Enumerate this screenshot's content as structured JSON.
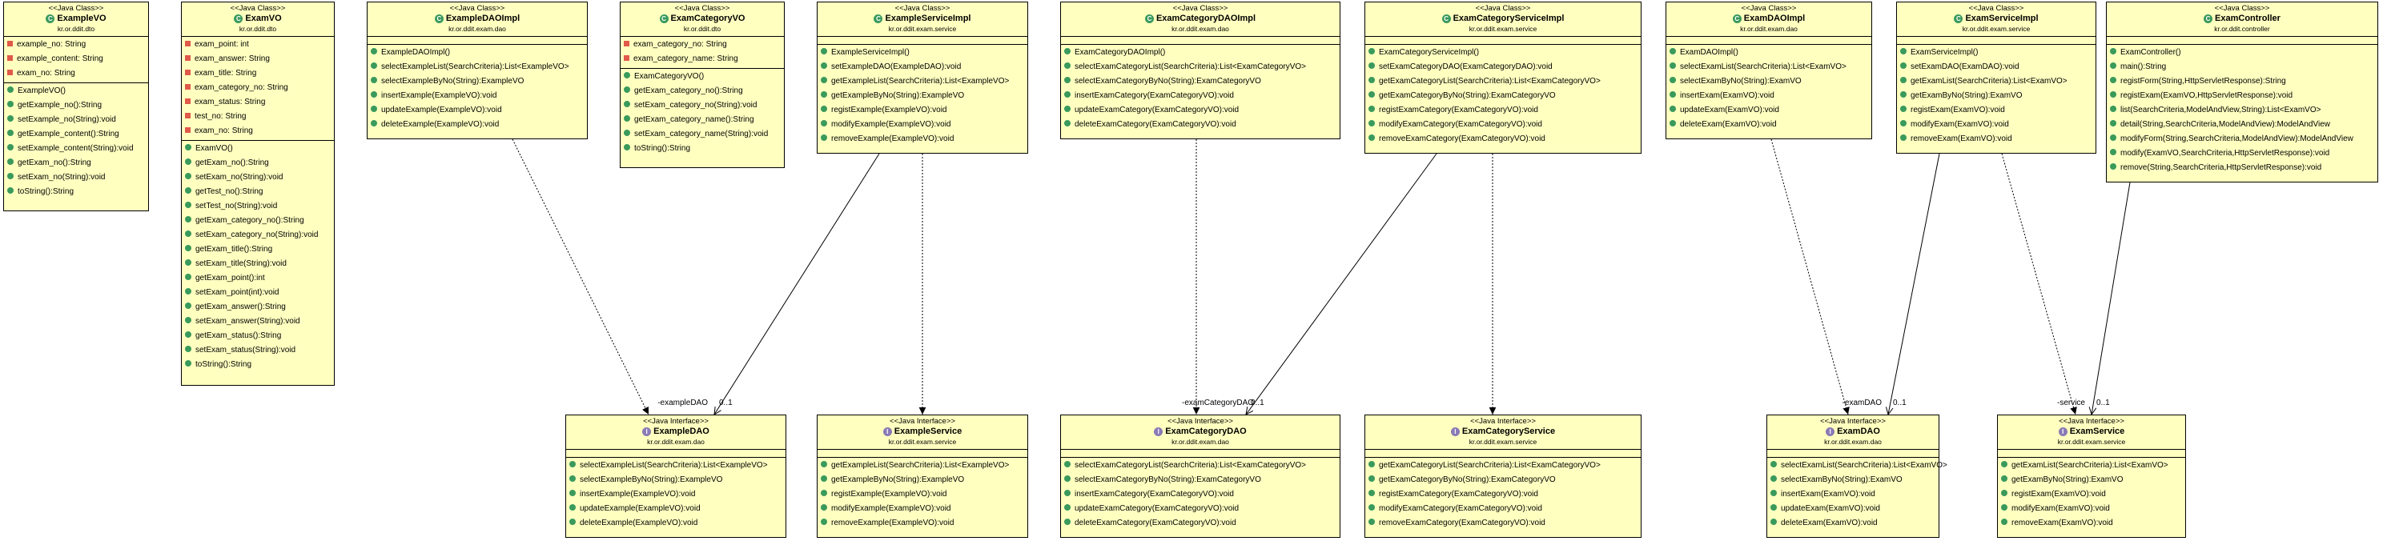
{
  "boxes": [
    {
      "id": "ExampleVO",
      "stereotype": "<<Java Class>>",
      "name": "ExampleVO",
      "kind": "class",
      "package": "kr.or.ddit.dto",
      "fields": [
        "example_no: String",
        "example_content: String",
        "exam_no: String"
      ],
      "methods": [
        "ExampleVO()",
        "getExample_no():String",
        "setExample_no(String):void",
        "getExample_content():String",
        "setExample_content(String):void",
        "getExam_no():String",
        "setExam_no(String):void",
        "toString():String"
      ]
    },
    {
      "id": "ExamVO",
      "stereotype": "<<Java Class>>",
      "name": "ExamVO",
      "kind": "class",
      "package": "kr.or.ddit.dto",
      "fields": [
        "exam_point: int",
        "exam_answer: String",
        "exam_title: String",
        "exam_category_no: String",
        "exam_status: String",
        "test_no: String",
        "exam_no: String"
      ],
      "methods": [
        "ExamVO()",
        "getExam_no():String",
        "setExam_no(String):void",
        "getTest_no():String",
        "setTest_no(String):void",
        "getExam_category_no():String",
        "setExam_category_no(String):void",
        "getExam_title():String",
        "setExam_title(String):void",
        "getExam_point():int",
        "setExam_point(int):void",
        "getExam_answer():String",
        "setExam_answer(String):void",
        "getExam_status():String",
        "setExam_status(String):void",
        "toString():String"
      ]
    },
    {
      "id": "ExampleDAOImpl",
      "stereotype": "<<Java Class>>",
      "name": "ExampleDAOImpl",
      "kind": "class",
      "package": "kr.or.ddit.exam.dao",
      "fields": [],
      "methods": [
        "ExampleDAOImpl()",
        "selectExampleList(SearchCriteria):List<ExampleVO>",
        "selectExampleByNo(String):ExampleVO",
        "insertExample(ExampleVO):void",
        "updateExample(ExampleVO):void",
        "deleteExample(ExampleVO):void"
      ]
    },
    {
      "id": "ExamCategoryVO",
      "stereotype": "<<Java Class>>",
      "name": "ExamCategoryVO",
      "kind": "class",
      "package": "kr.or.ddit.dto",
      "fields": [
        "exam_category_no: String",
        "exam_category_name: String"
      ],
      "methods": [
        "ExamCategoryVO()",
        "getExam_category_no():String",
        "setExam_category_no(String):void",
        "getExam_category_name():String",
        "setExam_category_name(String):void",
        "toString():String"
      ]
    },
    {
      "id": "ExampleServiceImpl",
      "stereotype": "<<Java Class>>",
      "name": "ExampleServiceImpl",
      "kind": "class",
      "package": "kr.or.ddit.exam.service",
      "fields": [],
      "methods": [
        "ExampleServiceImpl()",
        "setExampleDAO(ExampleDAO):void",
        "getExampleList(SearchCriteria):List<ExampleVO>",
        "getExampleByNo(String):ExampleVO",
        "registExample(ExampleVO):void",
        "modifyExample(ExampleVO):void",
        "removeExample(ExampleVO):void"
      ]
    },
    {
      "id": "ExamCategoryDAOImpl",
      "stereotype": "<<Java Class>>",
      "name": "ExamCategoryDAOImpl",
      "kind": "class",
      "package": "kr.or.ddit.exam.dao",
      "fields": [],
      "methods": [
        "ExamCategoryDAOImpl()",
        "selectExamCategoryList(SearchCriteria):List<ExamCategoryVO>",
        "selectExamCategoryByNo(String):ExamCategoryVO",
        "insertExamCategory(ExamCategoryVO):void",
        "updateExamCategory(ExamCategoryVO):void",
        "deleteExamCategory(ExamCategoryVO):void"
      ]
    },
    {
      "id": "ExamCategoryServiceImpl",
      "stereotype": "<<Java Class>>",
      "name": "ExamCategoryServiceImpl",
      "kind": "class",
      "package": "kr.or.ddit.exam.service",
      "fields": [],
      "methods": [
        "ExamCategoryServiceImpl()",
        "setExamCategoryDAO(ExamCategoryDAO):void",
        "getExamCategoryList(SearchCriteria):List<ExamCategoryVO>",
        "getExamCategoryByNo(String):ExamCategoryVO",
        "registExamCategory(ExamCategoryVO):void",
        "modifyExamCategory(ExamCategoryVO):void",
        "removeExamCategory(ExamCategoryVO):void"
      ]
    },
    {
      "id": "ExamDAOImpl",
      "stereotype": "<<Java Class>>",
      "name": "ExamDAOImpl",
      "kind": "class",
      "package": "kr.or.ddit.exam.dao",
      "fields": [],
      "methods": [
        "ExamDAOImpl()",
        "selectExamList(SearchCriteria):List<ExamVO>",
        "selectExamByNo(String):ExamVO",
        "insertExam(ExamVO):void",
        "updateExam(ExamVO):void",
        "deleteExam(ExamVO):void"
      ]
    },
    {
      "id": "ExamServiceImpl",
      "stereotype": "<<Java Class>>",
      "name": "ExamServiceImpl",
      "kind": "class",
      "package": "kr.or.ddit.exam.service",
      "fields": [],
      "methods": [
        "ExamServiceImpl()",
        "setExamDAO(ExamDAO):void",
        "getExamList(SearchCriteria):List<ExamVO>",
        "getExamByNo(String):ExamVO",
        "registExam(ExamVO):void",
        "modifyExam(ExamVO):void",
        "removeExam(ExamVO):void"
      ]
    },
    {
      "id": "ExamController",
      "stereotype": "<<Java Class>>",
      "name": "ExamController",
      "kind": "class",
      "package": "kr.or.ddit.controller",
      "fields": [],
      "methods": [
        "ExamController()",
        "main():String",
        "registForm(String,HttpServletResponse):String",
        "registExam(ExamVO,HttpServletResponse):void",
        "list(SearchCriteria,ModelAndView,String):List<ExamVO>",
        "detail(String,SearchCriteria,ModelAndView):ModelAndView",
        "modifyForm(String,SearchCriteria,ModelAndView):ModelAndView",
        "modify(ExamVO,SearchCriteria,HttpServletResponse):void",
        "remove(String,SearchCriteria,HttpServletResponse):void"
      ]
    },
    {
      "id": "ExampleDAO",
      "stereotype": "<<Java Interface>>",
      "name": "ExampleDAO",
      "kind": "interface",
      "package": "kr.or.ddit.exam.dao",
      "fields": [],
      "methods": [
        "selectExampleList(SearchCriteria):List<ExampleVO>",
        "selectExampleByNo(String):ExampleVO",
        "insertExample(ExampleVO):void",
        "updateExample(ExampleVO):void",
        "deleteExample(ExampleVO):void"
      ]
    },
    {
      "id": "ExampleService",
      "stereotype": "<<Java Interface>>",
      "name": "ExampleService",
      "kind": "interface",
      "package": "kr.or.ddit.exam.service",
      "fields": [],
      "methods": [
        "getExampleList(SearchCriteria):List<ExampleVO>",
        "getExampleByNo(String):ExampleVO",
        "registExample(ExampleVO):void",
        "modifyExample(ExampleVO):void",
        "removeExample(ExampleVO):void"
      ]
    },
    {
      "id": "ExamCategoryDAO",
      "stereotype": "<<Java Interface>>",
      "name": "ExamCategoryDAO",
      "kind": "interface",
      "package": "kr.or.ddit.exam.dao",
      "fields": [],
      "methods": [
        "selectExamCategoryList(SearchCriteria):List<ExamCategoryVO>",
        "selectExamCategoryByNo(String):ExamCategoryVO",
        "insertExamCategory(ExamCategoryVO):void",
        "updateExamCategory(ExamCategoryVO):void",
        "deleteExamCategory(ExamCategoryVO):void"
      ]
    },
    {
      "id": "ExamCategoryService",
      "stereotype": "<<Java Interface>>",
      "name": "ExamCategoryService",
      "kind": "interface",
      "package": "kr.or.ddit.exam.service",
      "fields": [],
      "methods": [
        "getExamCategoryList(SearchCriteria):List<ExamCategoryVO>",
        "getExamCategoryByNo(String):ExamCategoryVO",
        "registExamCategory(ExamCategoryVO):void",
        "modifyExamCategory(ExamCategoryVO):void",
        "removeExamCategory(ExamCategoryVO):void"
      ]
    },
    {
      "id": "ExamDAO",
      "stereotype": "<<Java Interface>>",
      "name": "ExamDAO",
      "kind": "interface",
      "package": "kr.or.ddit.exam.dao",
      "fields": [],
      "methods": [
        "selectExamList(SearchCriteria):List<ExamVO>",
        "selectExamByNo(String):ExamVO",
        "insertExam(ExamVO):void",
        "updateExam(ExamVO):void",
        "deleteExam(ExamVO):void"
      ]
    },
    {
      "id": "ExamService",
      "stereotype": "<<Java Interface>>",
      "name": "ExamService",
      "kind": "interface",
      "package": "kr.or.ddit.exam.service",
      "fields": [],
      "methods": [
        "getExamList(SearchCriteria):List<ExamVO>",
        "getExamByNo(String):ExamVO",
        "registExam(ExamVO):void",
        "modifyExam(ExamVO):void",
        "removeExam(ExamVO):void"
      ]
    }
  ],
  "edges": [
    {
      "from": "ExampleDAOImpl",
      "to": "ExampleDAO",
      "type": "realization",
      "label": "",
      "mult": ""
    },
    {
      "from": "ExampleServiceImpl",
      "to": "ExampleDAO",
      "type": "association",
      "label": "-exampleDAO",
      "mult": "0..1"
    },
    {
      "from": "ExampleServiceImpl",
      "to": "ExampleService",
      "type": "realization",
      "label": "",
      "mult": ""
    },
    {
      "from": "ExamCategoryDAOImpl",
      "to": "ExamCategoryDAO",
      "type": "realization",
      "label": "",
      "mult": ""
    },
    {
      "from": "ExamCategoryServiceImpl",
      "to": "ExamCategoryDAO",
      "type": "association",
      "label": "-examCategoryDAO",
      "mult": "0..1"
    },
    {
      "from": "ExamCategoryServiceImpl",
      "to": "ExamCategoryService",
      "type": "realization",
      "label": "",
      "mult": ""
    },
    {
      "from": "ExamDAOImpl",
      "to": "ExamDAO",
      "type": "realization",
      "label": "",
      "mult": ""
    },
    {
      "from": "ExamServiceImpl",
      "to": "ExamDAO",
      "type": "association",
      "label": "-examDAO",
      "mult": "0..1"
    },
    {
      "from": "ExamServiceImpl",
      "to": "ExamService",
      "type": "realization",
      "label": "",
      "mult": ""
    },
    {
      "from": "ExamController",
      "to": "ExamService",
      "type": "association",
      "label": "-service",
      "mult": "0..1"
    }
  ],
  "colors": {
    "box_fill": "#ffffc0",
    "border": "#000000",
    "method_icon": "#3a9a5c",
    "field_icon": "#e05a4a",
    "interface_icon": "#8a7ab6"
  }
}
